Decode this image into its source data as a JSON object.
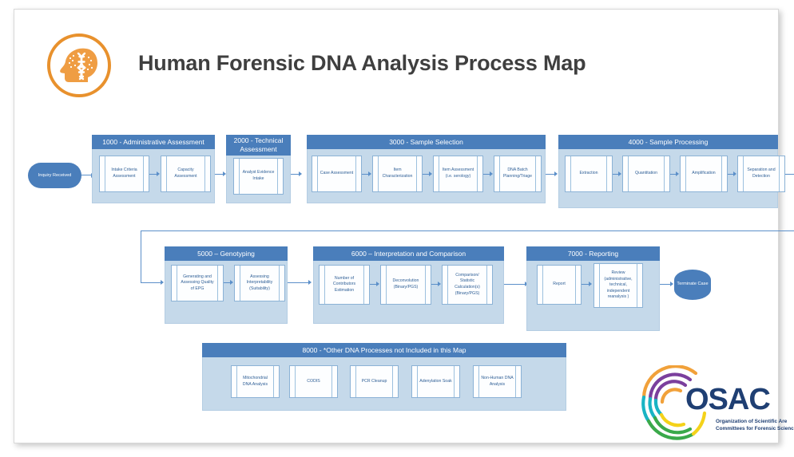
{
  "header": {
    "title": "Human Forensic DNA Analysis Process Map",
    "logo_icon": "head-dna-icon"
  },
  "start_node": {
    "label": "Inquiry Received"
  },
  "end_node": {
    "label": "Terminate Case"
  },
  "colors": {
    "section_header": "#4a7ebb",
    "section_body": "#c5d9ea",
    "box_fill": "#fdfeff",
    "box_text": "#2f5f96",
    "connector": "#5b8fc9",
    "logo_orange": "#e8912d",
    "osac_navy": "#1f3f73",
    "title_text": "#3f3f3f"
  },
  "sections": [
    {
      "id": "1000",
      "title": "1000 - Administrative Assessment",
      "steps": [
        {
          "label": "Intake Criteria Assessment"
        },
        {
          "label": "Capacity Assessment"
        }
      ]
    },
    {
      "id": "2000",
      "title": "2000 - Technical Assessment",
      "steps": [
        {
          "label": "Analyst Evidence Intake"
        }
      ]
    },
    {
      "id": "3000",
      "title": "3000 - Sample Selection",
      "steps": [
        {
          "label": "Case Assessment"
        },
        {
          "label": "Item Characterization"
        },
        {
          "label": "Item Assessment (i.e. serology)"
        },
        {
          "label": "DNA Batch Planning/Triage"
        }
      ]
    },
    {
      "id": "4000",
      "title": "4000 - Sample Processing",
      "steps": [
        {
          "label": "Extraction"
        },
        {
          "label": "Quantitation"
        },
        {
          "label": "Amplification"
        },
        {
          "label": "Separation and Detection"
        }
      ]
    },
    {
      "id": "5000",
      "title": "5000 – Genotyping",
      "steps": [
        {
          "label": "Generating and Assessing Quality of EPG"
        },
        {
          "label": "Assessing Interpretability (Suitability)"
        }
      ]
    },
    {
      "id": "6000",
      "title": "6000 – Interpretation and Comparison",
      "steps": [
        {
          "label": "Number of Contributors Estimation"
        },
        {
          "label": "Deconvolution (Binary/PGS)"
        },
        {
          "label": "Comparison/ Statistic Calculation(s) (Binary/PGS)"
        }
      ]
    },
    {
      "id": "7000",
      "title": "7000 - Reporting",
      "steps": [
        {
          "label": "Report"
        },
        {
          "label": "Review (administrative, technical, independent reanalysis )"
        }
      ]
    },
    {
      "id": "8000",
      "title": "8000 - *Other DNA Processes not Included in this Map",
      "steps": [
        {
          "label": "Mitochondrial DNA Analysis"
        },
        {
          "label": "CODIS"
        },
        {
          "label": "PCR Cleanup"
        },
        {
          "label": "Adenylation Soak"
        },
        {
          "label": "Non-Human DNA Analysis"
        }
      ]
    }
  ],
  "osac": {
    "wordmark": "OSAC",
    "tagline_line1": "Organization of Scientific Are",
    "tagline_line2": "Committees for Forensic Scienc"
  }
}
